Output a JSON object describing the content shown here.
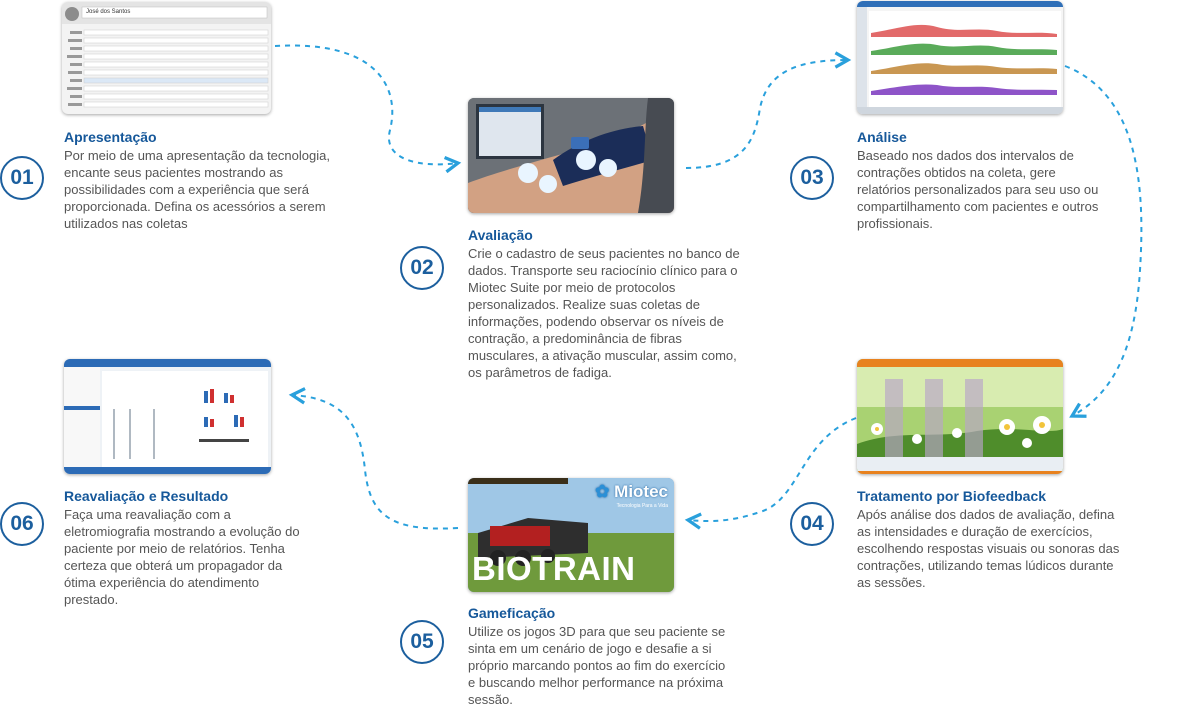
{
  "steps": [
    {
      "number": "01",
      "title": "Apresentação",
      "description": "Por meio de uma apresentação da tecnologia, encante seus pacientes mostrando as possibilidades com a experiência que será proporcionada. Defina os acessórios a serem utilizados nas coletas"
    },
    {
      "number": "02",
      "title": "Avaliação",
      "description": "Crie o cadastro de seus pacientes no banco de dados. Transporte seu raciocínio clínico para o Miotec Suite por meio de protocolos personalizados. Realize suas coletas de informações, podendo observar os níveis de contração, a predominância de fibras musculares, a ativação muscular, assim como, os parâmetros de fadiga."
    },
    {
      "number": "03",
      "title": "Análise",
      "description": "Baseado nos dados dos intervalos de contrações obtidos na coleta, gere relatórios personalizados para seu uso ou compartilhamento com pacientes e outros profissionais."
    },
    {
      "number": "04",
      "title": "Tratamento por Biofeedback",
      "description": "Após análise dos dados de avaliação, defina as intensidades e duração de exercícios, escolhendo respostas visuais ou sonoras das contrações, utilizando temas lúdicos durante as sessões."
    },
    {
      "number": "05",
      "title": "Gameficação",
      "description": "Utilize os jogos 3D para que seu paciente se sinta em um cenário de jogo e desafie a si próprio marcando pontos ao fim do exercício e buscando melhor performance na próxima sessão."
    },
    {
      "number": "06",
      "title": "Reavaliação e Resultado",
      "description": "Faça uma reavaliação com a eletromiografia mostrando a evolução do paciente por meio de relatórios. Tenha certeza que obterá um propagador da ótima experiência do atendimento prestado."
    }
  ],
  "screenshots": {
    "patient_name": "José dos Santos",
    "brand": "Miotec",
    "brand_tagline": "Tecnologia Para a Vida",
    "game_title": "BIOTRAIN"
  },
  "colors": {
    "accent": "#16589a",
    "arrow": "#29a0dc",
    "circle": "#1c5f9e"
  },
  "connector_style": "dashed-arrow"
}
